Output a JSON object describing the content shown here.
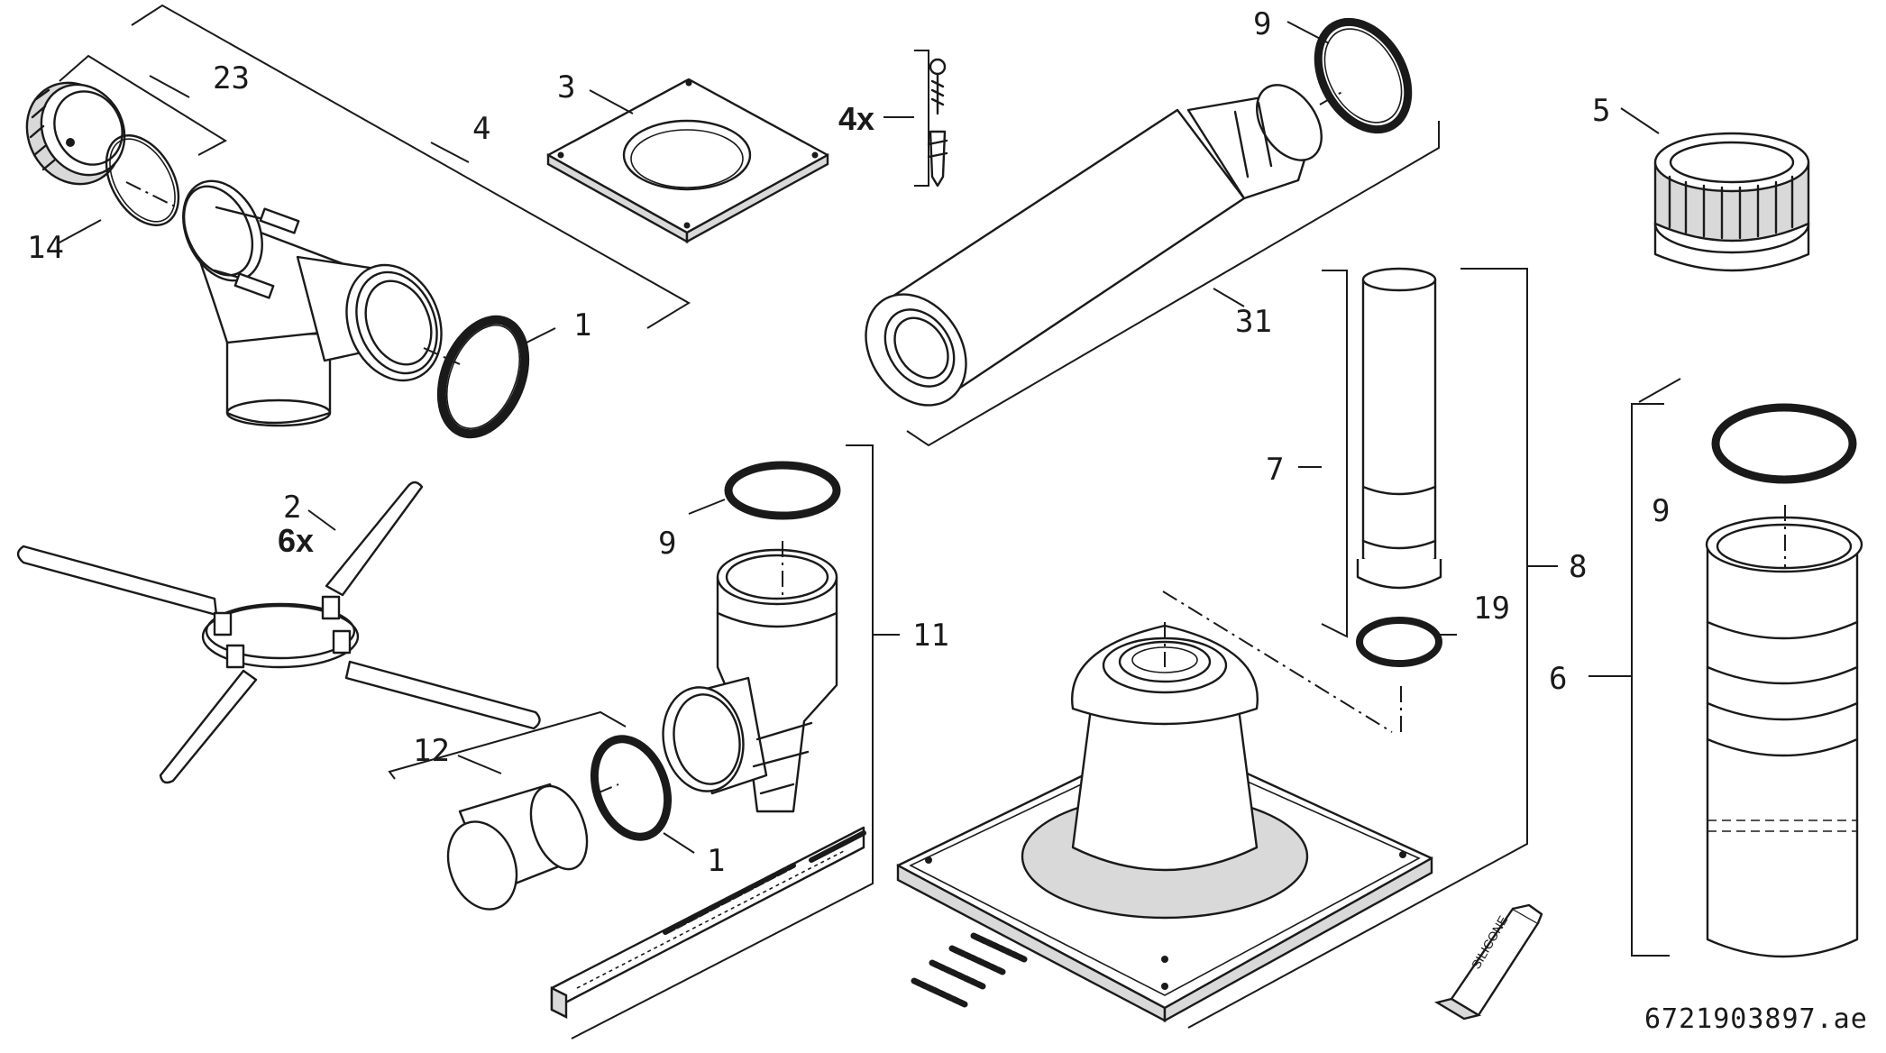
{
  "diagram": {
    "labels": {
      "p1a": "1",
      "p1b": "1",
      "p2": "2",
      "p3": "3",
      "p4": "4",
      "p5": "5",
      "p6": "6",
      "p7": "7",
      "p8": "8",
      "p9a": "9",
      "p9b": "9",
      "p9c": "9",
      "p11": "11",
      "p12": "12",
      "p14": "14",
      "p19": "19",
      "p23": "23",
      "p31": "31"
    },
    "quantities": {
      "screws": "4x",
      "brackets": "6x"
    },
    "tube_text": "SILICONE",
    "reference": "6721903897.ae"
  }
}
